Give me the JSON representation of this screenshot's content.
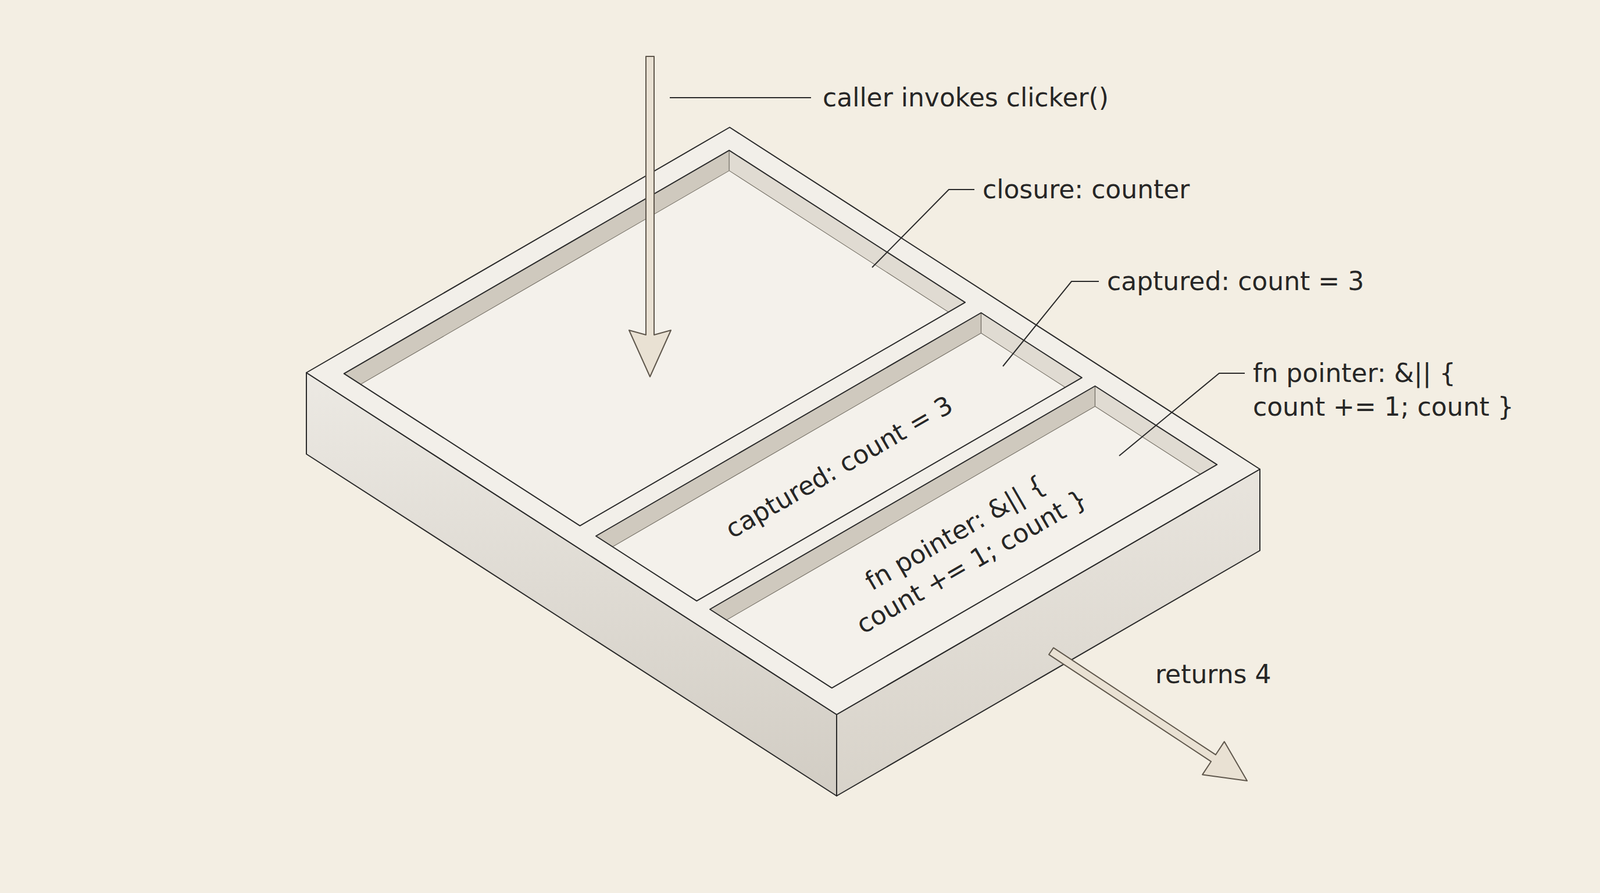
{
  "diagram": {
    "nodes": [
      {
        "text": [
          "closure: counter"
        ]
      },
      {
        "text": [
          "captured: count = 3"
        ],
        "in": 0
      },
      {
        "text": [
          "fn pointer: &|| { count += 1; count }"
        ],
        "in": 0
      }
    ],
    "labels": [
      "caller invokes clicker()",
      "captured: count = 3",
      "fn pointer: &|| { count += 1; count }",
      "returns 4"
    ]
  }
}
